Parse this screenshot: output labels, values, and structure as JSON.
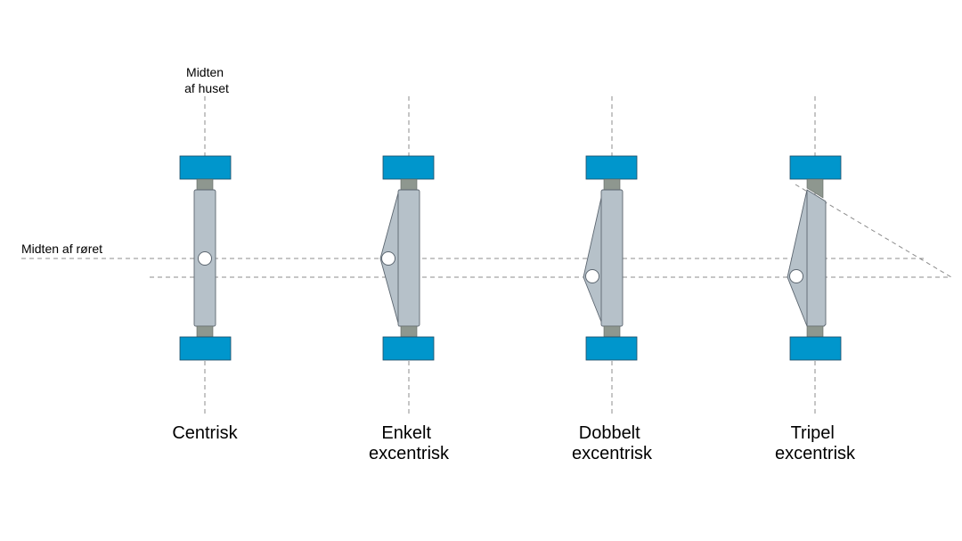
{
  "labels": {
    "house_center": [
      "Midten",
      "af huset"
    ],
    "pipe_center": "Midten af røret"
  },
  "valves": [
    {
      "id": "centric",
      "caption": [
        "Centrisk"
      ]
    },
    {
      "id": "single",
      "caption": [
        "Enkelt",
        "excentrisk"
      ]
    },
    {
      "id": "double",
      "caption": [
        "Dobbelt",
        "excentrisk"
      ]
    },
    {
      "id": "triple",
      "caption": [
        "Tripel",
        "excentrisk"
      ]
    }
  ],
  "colors": {
    "seat": "#0096cc",
    "stem": "#8e978f",
    "disc": "#b6c1c9",
    "line": "#8c8c8c",
    "text": "#000000"
  }
}
